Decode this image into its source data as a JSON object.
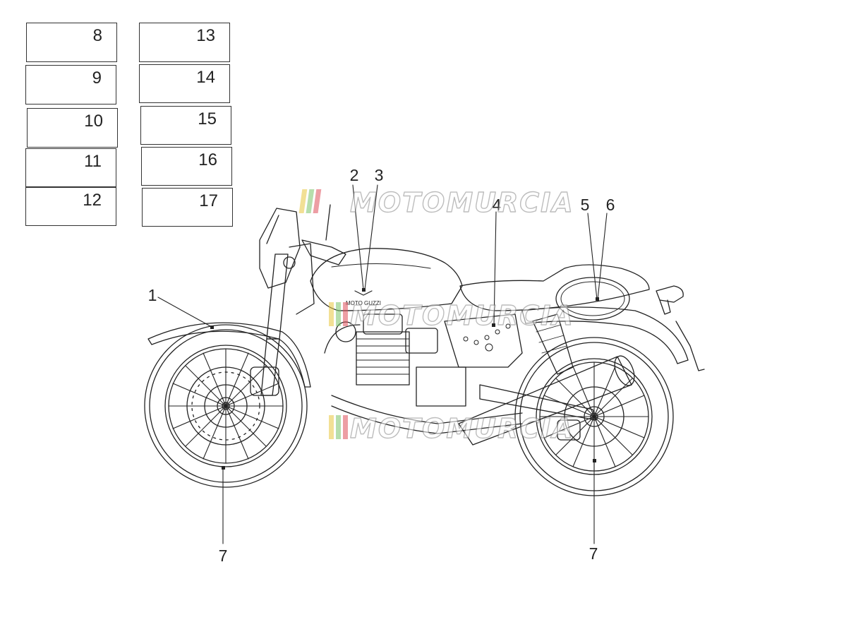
{
  "reference_boxes": [
    {
      "number": "8"
    },
    {
      "number": "9"
    },
    {
      "number": "10"
    },
    {
      "number": "11"
    },
    {
      "number": "12"
    },
    {
      "number": "13"
    },
    {
      "number": "14"
    },
    {
      "number": "15"
    },
    {
      "number": "16"
    },
    {
      "number": "17"
    }
  ],
  "callouts": {
    "c1": "1",
    "c2": "2",
    "c3": "3",
    "c4": "4",
    "c5": "5",
    "c6": "6",
    "c7_front": "7",
    "c7_rear": "7"
  },
  "watermark": {
    "text": "MOTOMURCIA",
    "stripe_colors": [
      "#e8c840",
      "#7cc46a",
      "#e0505a"
    ]
  },
  "tank_logo_text": "MOTO GUZZI",
  "colors": {
    "line": "#222222",
    "box_border": "#333333"
  }
}
